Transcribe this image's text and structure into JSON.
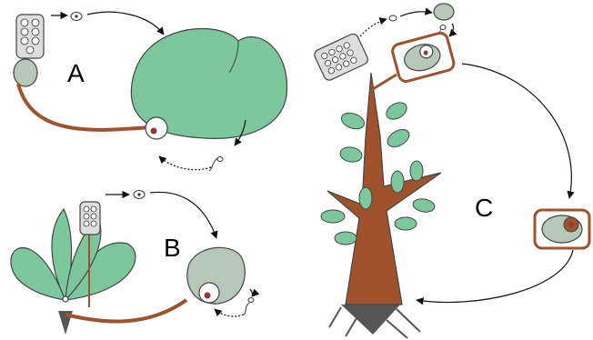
{
  "panels": {
    "a": {
      "label": "A"
    },
    "b": {
      "label": "B"
    },
    "c": {
      "label": "C"
    }
  },
  "colors": {
    "gametophyte_green": "#7cc79b",
    "pale_green": "#b6c9b8",
    "sporophyte_brown": "#a0522d",
    "root_grey": "#555555",
    "outline": "#444444",
    "egg_red": "#8b3a3a",
    "sporangium_fill": "#dddddd"
  },
  "icons": [
    "sporangium-icon",
    "spore-icon",
    "sperm-icon",
    "zygote-icon",
    "arrow-icon"
  ]
}
